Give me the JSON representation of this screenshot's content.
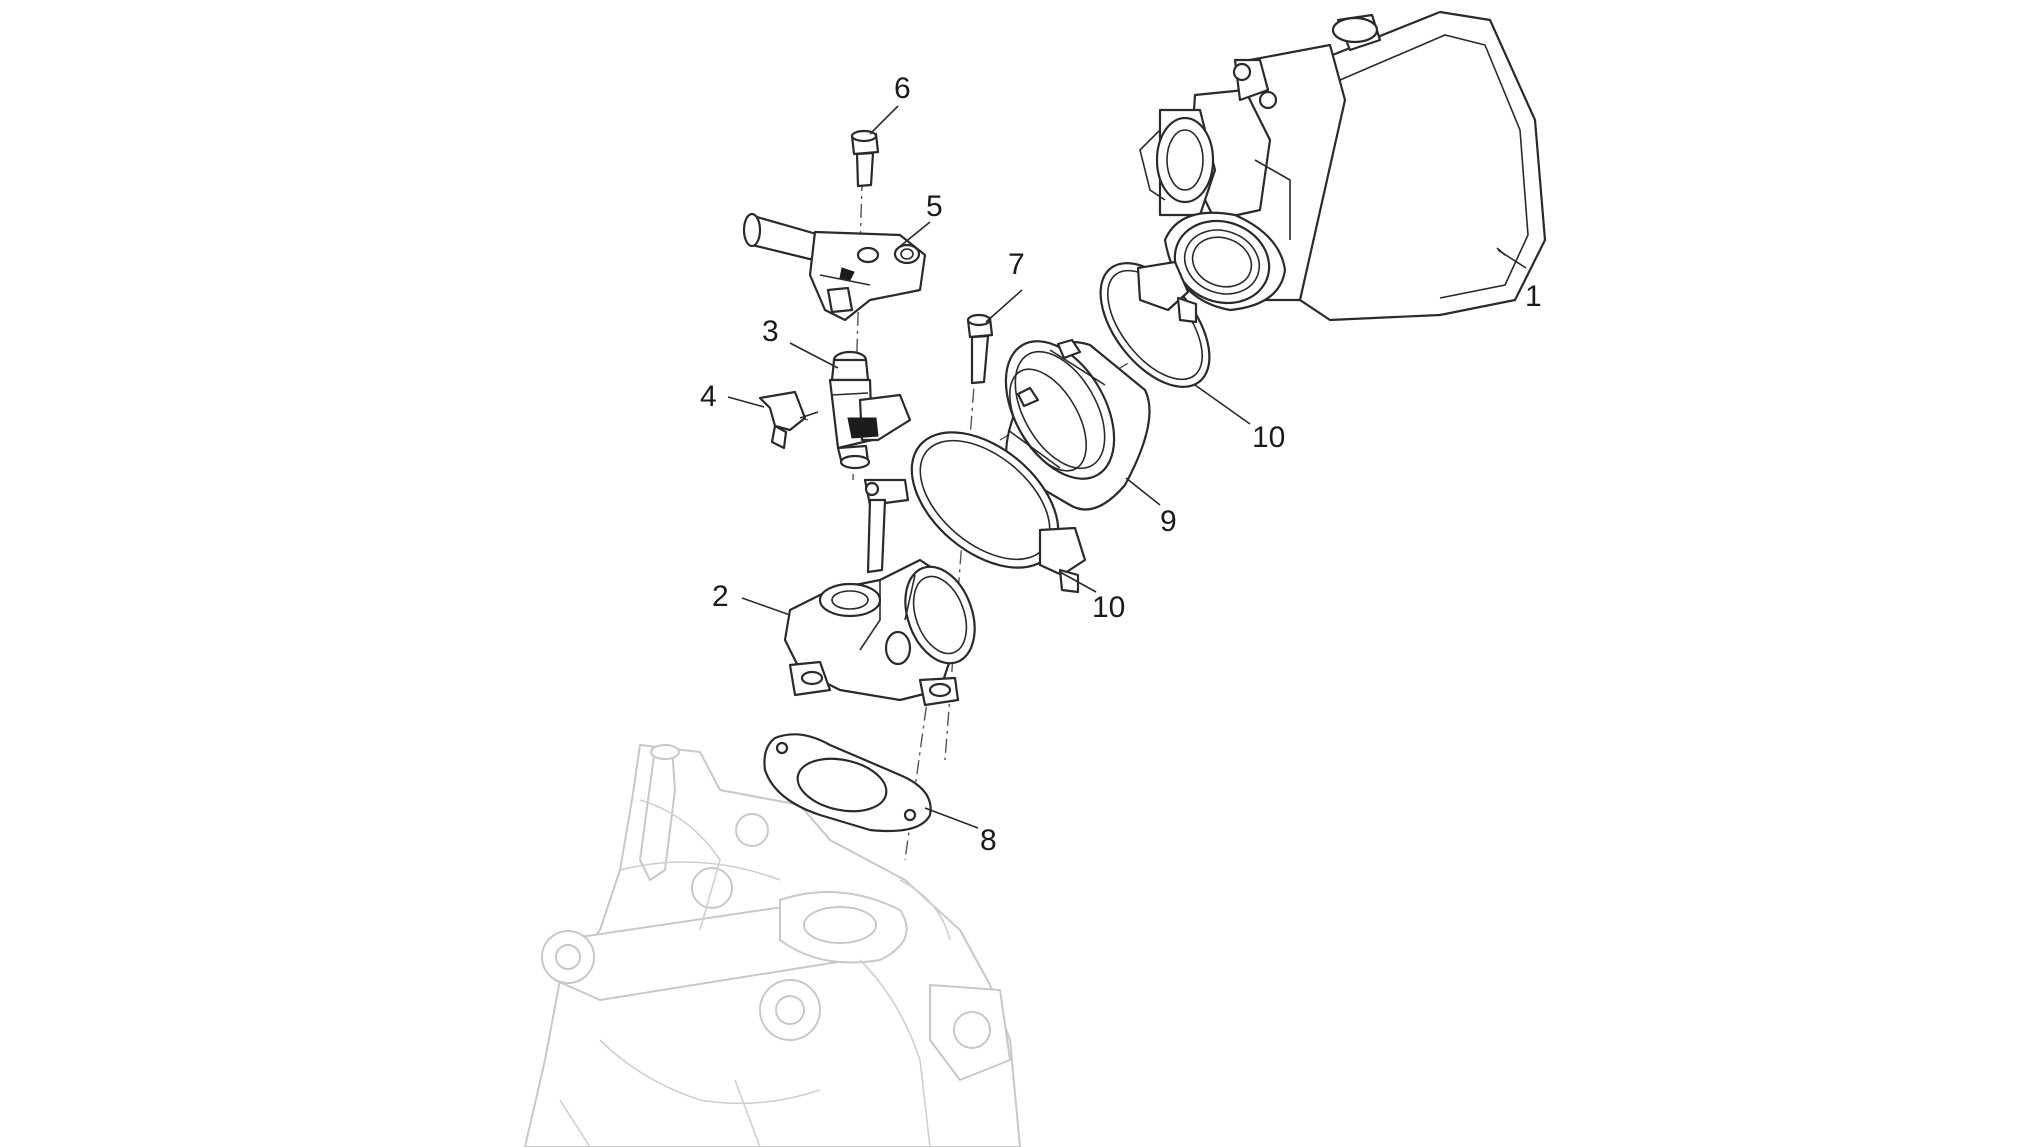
{
  "callouts": {
    "p1": "1",
    "p2": "2",
    "p3": "3",
    "p4": "4",
    "p5": "5",
    "p6": "6",
    "p7": "7",
    "p8": "8",
    "p9": "9",
    "p10a": "10",
    "p10b": "10"
  },
  "colors": {
    "line": "#2a2a2a",
    "engine": "#c8c8c8",
    "background": "#ffffff"
  }
}
